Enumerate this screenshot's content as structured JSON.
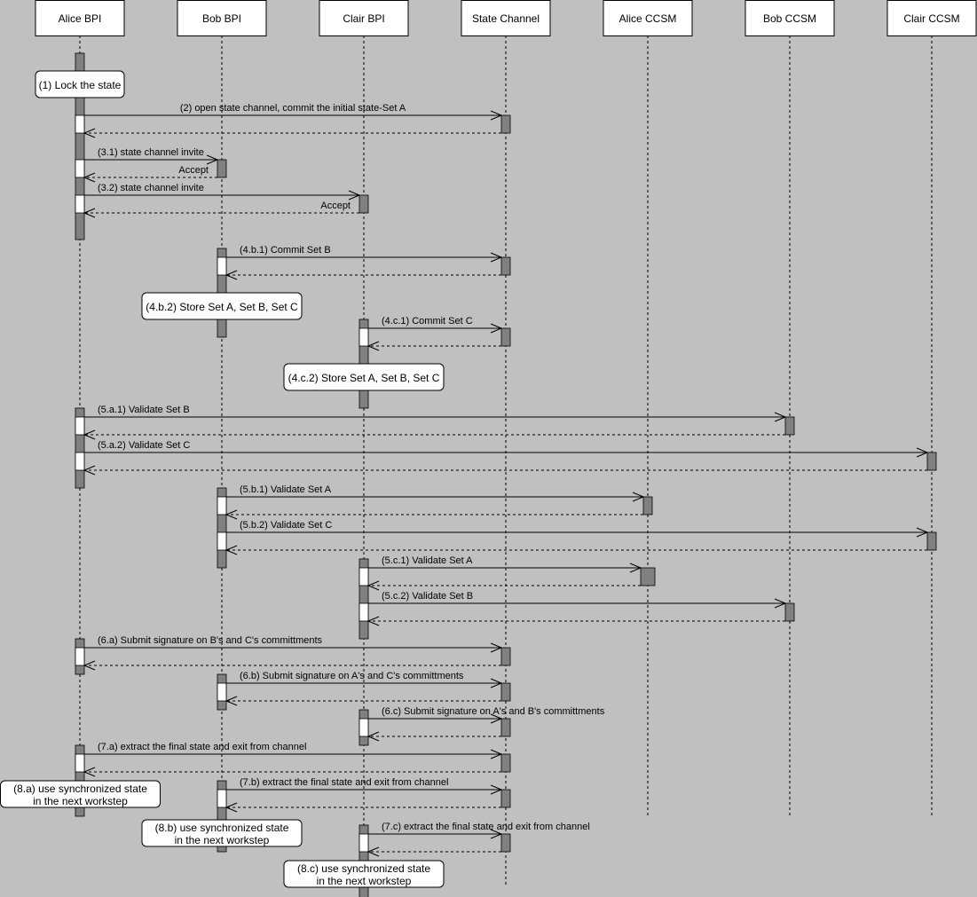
{
  "colors": {
    "background": "#c0c0c0",
    "activation": "#808080",
    "box": "#ffffff",
    "line": "#000000"
  },
  "participants": [
    {
      "id": "alice_bpi",
      "label": "Alice BPI"
    },
    {
      "id": "bob_bpi",
      "label": "Bob BPI"
    },
    {
      "id": "clair_bpi",
      "label": "Clair BPI"
    },
    {
      "id": "state_channel",
      "label": "State Channel"
    },
    {
      "id": "alice_ccsm",
      "label": "Alice CCSM"
    },
    {
      "id": "bob_ccsm",
      "label": "Bob CCSM"
    },
    {
      "id": "clair_ccsm",
      "label": "Clair CCSM"
    }
  ],
  "messages": [
    {
      "from": 0,
      "to": 3,
      "label": "(2) open state channel, commit the initial state-Set A",
      "centered": true
    },
    {
      "from": 0,
      "to": 1,
      "label": "(3.1) state channel invite",
      "return_label": "Accept"
    },
    {
      "from": 0,
      "to": 2,
      "label": "(3.2) state channel invite",
      "return_label": "Accept"
    },
    {
      "from": 1,
      "to": 3,
      "label": "(4.b.1) Commit Set B"
    },
    {
      "from": 2,
      "to": 3,
      "label": "(4.c.1) Commit Set C"
    },
    {
      "from": 0,
      "to": 5,
      "label": "(5.a.1) Validate Set B"
    },
    {
      "from": 0,
      "to": 6,
      "label": "(5.a.2) Validate Set C"
    },
    {
      "from": 1,
      "to": 4,
      "label": "(5.b.1) Validate Set A"
    },
    {
      "from": 1,
      "to": 6,
      "label": "(5.b.2) Validate Set C"
    },
    {
      "from": 2,
      "to": 4,
      "label": "(5.c.1) Validate Set A"
    },
    {
      "from": 2,
      "to": 5,
      "label": "(5.c.2) Validate Set B"
    },
    {
      "from": 0,
      "to": 3,
      "label": "(6.a) Submit signature on B's and C's committments"
    },
    {
      "from": 1,
      "to": 3,
      "label": "(6.b) Submit signature on A's and C's committments"
    },
    {
      "from": 2,
      "to": 3,
      "label": "(6.c) Submit signature on A's and B's committments"
    },
    {
      "from": 0,
      "to": 3,
      "label": "(7.a) extract the final state and exit from channel"
    },
    {
      "from": 1,
      "to": 3,
      "label": "(7.b) extract the final state and exit from channel"
    },
    {
      "from": 2,
      "to": 3,
      "label": "(7.c) extract the final state and exit from channel"
    }
  ],
  "notes": [
    {
      "on": 0,
      "lines": [
        "(1) Lock the state"
      ]
    },
    {
      "on": 1,
      "lines": [
        "(4.b.2) Store Set A, Set B, Set C"
      ]
    },
    {
      "on": 2,
      "lines": [
        "(4.c.2) Store Set A, Set B, Set C"
      ]
    },
    {
      "on": 0,
      "lines": [
        "(8.a) use synchronized state",
        "in the next workstep"
      ]
    },
    {
      "on": 1,
      "lines": [
        "(8.b) use synchronized state",
        "in the next workstep"
      ]
    },
    {
      "on": 2,
      "lines": [
        "(8.c) use synchronized state",
        "in the next workstep"
      ]
    }
  ]
}
